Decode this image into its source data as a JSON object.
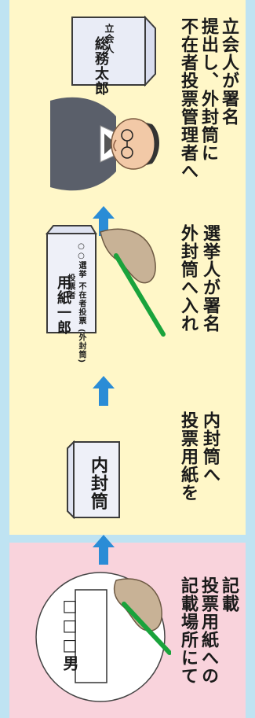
{
  "steps": [
    {
      "caption_lines": [
        "記載場所にて",
        "投票用紙への",
        "記載"
      ]
    },
    {
      "caption_lines": [
        "投票用紙を",
        "内封筒へ"
      ]
    },
    {
      "caption_lines": [
        "外封筒へ入れ",
        "選挙人が署名"
      ]
    },
    {
      "caption_lines": [
        "不在者投票管理者へ",
        "提出し、外封筒に",
        "立会人が署名"
      ]
    }
  ],
  "ballot": {
    "text": "□□□男"
  },
  "inner_envelope": {
    "label": "内封筒"
  },
  "outer_envelope": {
    "header": "○○選挙\n不在者投票\n(外封筒)",
    "sub": "投票者",
    "signature": "用紙一郎"
  },
  "witness_envelope": {
    "label": "立会人",
    "signature": "総務太郎"
  },
  "colors": {
    "arrow": "#2a8cd6",
    "yellow_panel": "#fff7c8",
    "pink_panel": "#f9d3dc",
    "background": "#bfe3f2"
  }
}
